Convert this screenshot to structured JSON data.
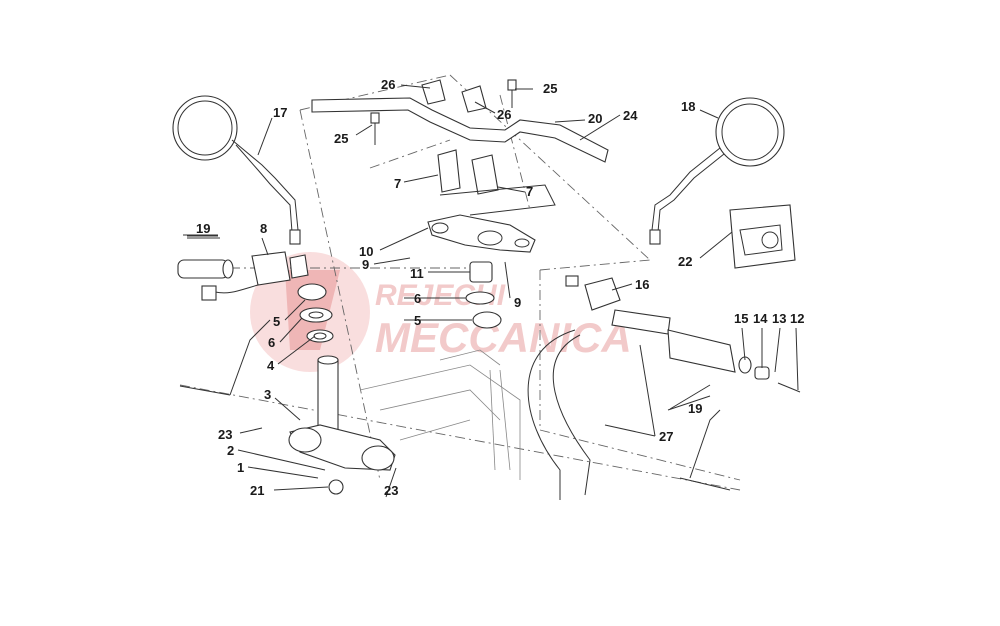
{
  "watermark": {
    "line1": "REJECHI",
    "line2": "MECCANICA"
  },
  "callouts": {
    "c1": "1",
    "c2": "2",
    "c3": "3",
    "c4": "4",
    "c5a": "5",
    "c5b": "5",
    "c6a": "6",
    "c6b": "6",
    "c7a": "7",
    "c7b": "7",
    "c8": "8",
    "c9a": "9",
    "c9b": "9",
    "c10": "10",
    "c11": "11",
    "c12": "12",
    "c13": "13",
    "c14": "14",
    "c15": "15",
    "c16": "16",
    "c17": "17",
    "c18": "18",
    "c19a": "19",
    "c19b": "19",
    "c20": "20",
    "c21": "21",
    "c22": "22",
    "c23a": "23",
    "c23b": "23",
    "c24": "24",
    "c25a": "25",
    "c25b": "25",
    "c26a": "26",
    "c26b": "26",
    "c27": "27"
  }
}
